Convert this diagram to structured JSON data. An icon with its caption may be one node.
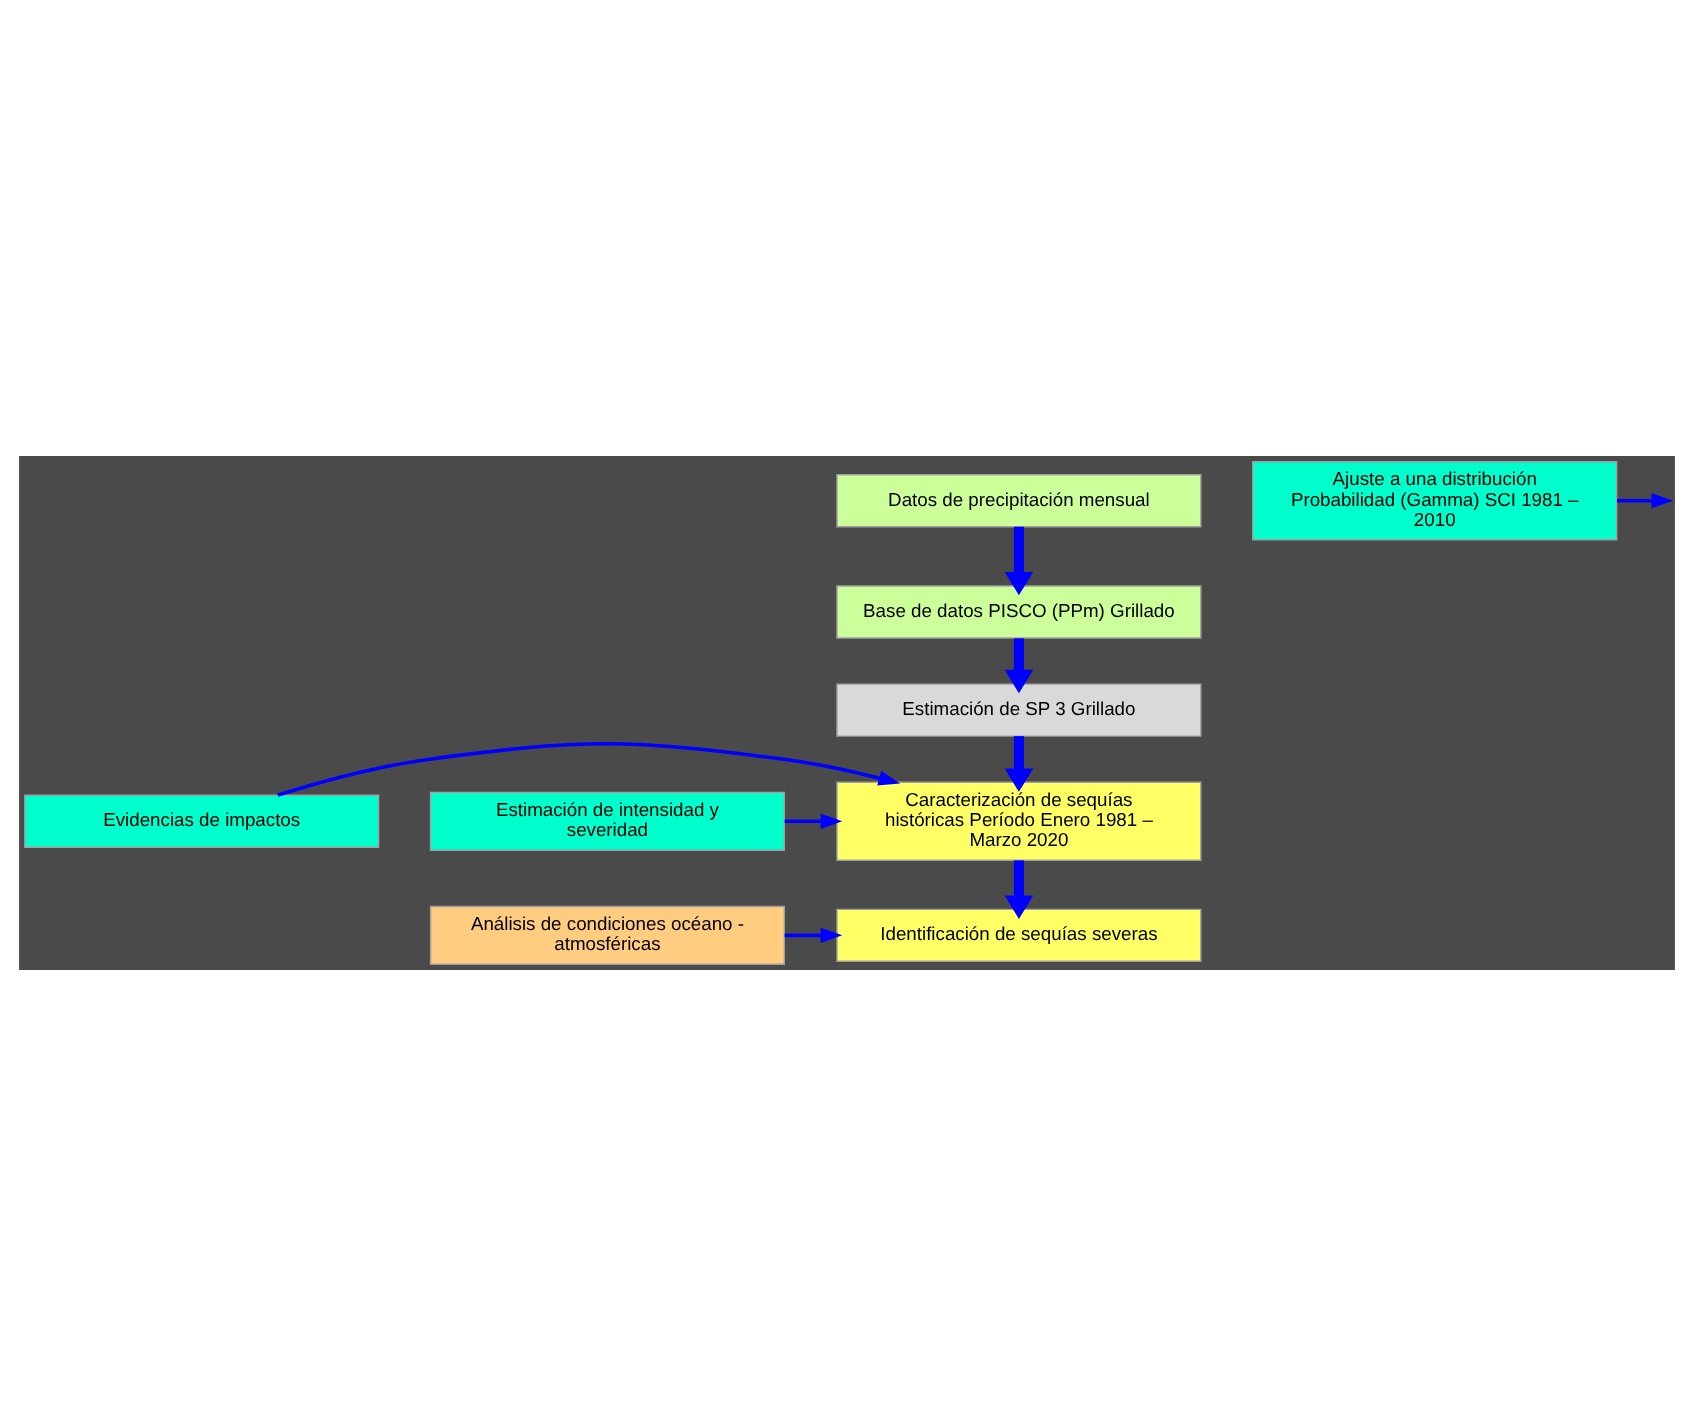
{
  "diagram": {
    "nodes": [
      {
        "text": [
          "Datos de precipitación mensual"
        ]
      },
      {
        "text": [
          "Base de datos PISCO (PPm) Grillado"
        ]
      },
      {
        "text": [
          "Estimación de SP 3 Grillado"
        ]
      },
      {
        "text": [
          "Ajuste a una distribución Probabilidad (Gamma) SCI 1981 – 2010"
        ]
      },
      {
        "text": [
          "Caracterización de sequías históricas Período Enero 1981 – Marzo 2020"
        ]
      },
      {
        "text": [
          "Evidencias de impactos"
        ]
      },
      {
        "text": [
          "Estimación de intensidad y severidad"
        ]
      },
      {
        "text": [
          "Identificación de sequías severas"
        ]
      },
      {
        "text": [
          "Análisis de condiciones océano - atmosféricas"
        ]
      }
    ],
    "edges": [
      {
        "from": 0,
        "to": 1,
        "arrow": "to",
        "style": "thick"
      },
      {
        "from": 1,
        "to": 2,
        "arrow": "to",
        "style": "thick"
      },
      {
        "from": 2,
        "to": 4,
        "arrow": "to",
        "style": "thick"
      },
      {
        "from": 3,
        "to": null,
        "arrow": "to"
      },
      {
        "from": 5,
        "to": 4,
        "arrow": "to"
      },
      {
        "from": 6,
        "to": 4,
        "arrow": "to"
      },
      {
        "from": 4,
        "to": 7,
        "arrow": "to",
        "style": "thick"
      },
      {
        "from": 8,
        "to": 7,
        "arrow": "to"
      }
    ]
  }
}
